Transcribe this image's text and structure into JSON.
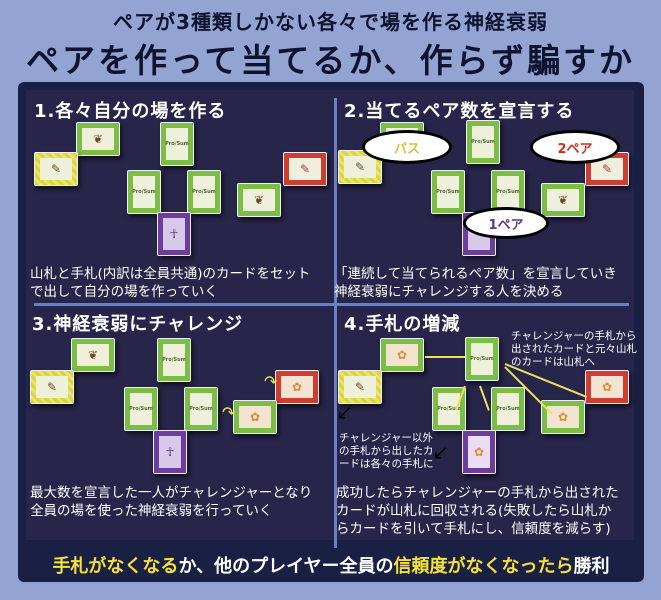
{
  "header": {
    "subtitle": "ペアが3種類しかない各々で場を作る神経衰弱",
    "title": "ペアを作って当てるか、作らず騙すか"
  },
  "panels": [
    {
      "title": "1.各々自分の場を作る",
      "description_lines": [
        "山札と手札(内訳は全員共通)のカードをセット",
        "で出して自分の場を作っていく"
      ]
    },
    {
      "title": "2.当てるペア数を宣言する",
      "description_lines": [
        "「連続して当てられるペア数」を宣言していき",
        "神経衰弱にチャレンジする人を決める"
      ],
      "bubbles": [
        {
          "text": "パス",
          "color": "#d8c24a"
        },
        {
          "text": "2ペア",
          "color": "#c8322a"
        },
        {
          "text": "1ペア",
          "color": "#5a3a8a"
        }
      ]
    },
    {
      "title": "3.神経衰弱にチャレンジ",
      "description_lines": [
        "最大数を宣言した一人がチャレンジャーとなり",
        "全員の場を使った神経衰弱を行っていく"
      ]
    },
    {
      "title": "4.手札の増減",
      "description_lines": [
        "成功したらチャレンジャーの手札から出された",
        "カードが山札に回収される(失敗したら山札か",
        "らカードを引いて手札にし、信頼度を減らす)"
      ],
      "notes": [
        {
          "lines": [
            "チャレンジャーの手札から",
            "出されたカードと元々山札",
            "のカードは山札へ"
          ]
        },
        {
          "lines": [
            "チャレンジャー以外",
            "の手札から出したカ",
            "ードは各々の手札に"
          ]
        }
      ]
    }
  ],
  "card_label": "Pro/Sum",
  "footer": {
    "part1": "手札がなくなる",
    "part2": "か、他のプレイヤー全員の",
    "part3": "信頼度がなくなったら",
    "part4": "勝利"
  },
  "colors": {
    "background": "#93a4d3",
    "frame": "#1a2043",
    "panel": "#27264a",
    "divider": "#6c7fc4",
    "highlight": "#f3e23a",
    "card_green": "#7cbd45",
    "card_yellow": "#d9d640",
    "card_red": "#cf3c30",
    "card_purple": "#6c3d9a"
  }
}
